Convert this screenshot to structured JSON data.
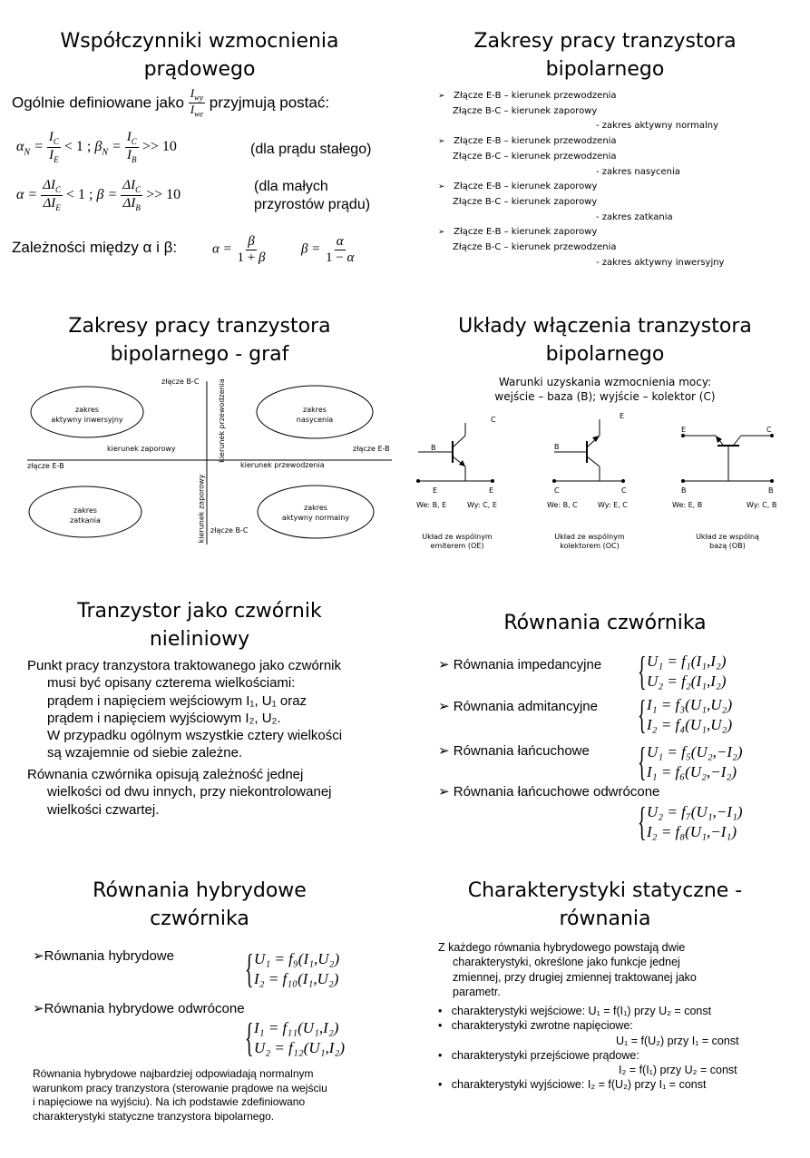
{
  "s1": {
    "title_l1": "Współczynniki wzmocnienia",
    "title_l2": "prądowego",
    "intro_before": "Ogólnie definiowane jako",
    "intro_frac_n": "I",
    "intro_frac_n_sub": "wy",
    "intro_frac_d": "I",
    "intro_frac_d_sub": "we",
    "intro_after": "przyjmują postać:",
    "eq1_note": "(dla prądu stałego)",
    "eq2_note_l1": "(dla małych",
    "eq2_note_l2": "przyrostów prądu)",
    "rel_label": "Zależności między α i β:"
  },
  "s2": {
    "title_l1": "Zakresy pracy tranzystora",
    "title_l2": "bipolarnego",
    "items": [
      {
        "l1": "Złącze E-B – kierunek przewodzenia",
        "l2": "Złącze B-C – kierunek zaporowy",
        "res": "- zakres aktywny normalny"
      },
      {
        "l1": "Złącze E-B – kierunek przewodzenia",
        "l2": "Złącze B-C – kierunek przewodzenia",
        "res": "- zakres nasycenia"
      },
      {
        "l1": "Złącze E-B – kierunek zaporowy",
        "l2": "Złącze B-C – kierunek zaporowy",
        "res": "- zakres zatkania"
      },
      {
        "l1": "Złącze E-B – kierunek zaporowy",
        "l2": "Złącze B-C – kierunek przewodzenia",
        "res": "- zakres aktywny inwersyjny"
      }
    ]
  },
  "s3": {
    "title_l1": "Zakresy pracy tranzystora",
    "title_l2": "bipolarnego - graf",
    "bc_top": "złącze B-C",
    "bc_bottom": "złącze B-C",
    "eb_left": "złącze E-B",
    "eb_right": "złącze E-B",
    "dir_zap_h": "kierunek zaporowy",
    "dir_prz_h": "kierunek przewodzenia",
    "dir_prz_v": "kierunek przewodzenia",
    "dir_zap_v": "kierunek zaporowy",
    "q_tl_1": "zakres",
    "q_tl_2": "aktywny inwersyjny",
    "q_tr_1": "zakres",
    "q_tr_2": "nasycenia",
    "q_bl_1": "zakres",
    "q_bl_2": "zatkania",
    "q_br_1": "zakres",
    "q_br_2": "aktywny normalny"
  },
  "s4": {
    "title_l1": "Układy włączenia tranzystora",
    "title_l2": "bipolarnego",
    "sub_l1": "Warunki uzyskania wzmocnienia mocy:",
    "sub_l2": "wejście – baza (B); wyjście – kolektor (C)",
    "oe": {
      "top": "C",
      "base": "B",
      "bl": "E",
      "br": "E",
      "in": "We: B, E",
      "out": "Wy: C, E",
      "cap1": "Układ ze wspólnym",
      "cap2": "emiterem (OE)"
    },
    "oc": {
      "top": "E",
      "base": "B",
      "bl": "C",
      "br": "C",
      "in": "We: B, C",
      "out": "Wy: E, C",
      "cap1": "Układ ze wspólnym",
      "cap2": "kolektorem (OC)"
    },
    "ob": {
      "tl": "E",
      "tr": "C",
      "bl": "B",
      "br": "B",
      "in": "We: E, B",
      "out": "Wy: C, B",
      "cap1": "Układ ze wspólną",
      "cap2": "bazą (OB)"
    }
  },
  "s5": {
    "title_l1": "Tranzystor jako czwórnik",
    "title_l2": "nieliniowy",
    "p1": [
      "Punkt pracy tranzystora traktowanego jako czwórnik",
      "musi być opisany czterema wielkościami:",
      "prądem i napięciem wejściowym I₁, U₁ oraz",
      "prądem i napięciem wyjściowym I₂, U₂.",
      "W przypadku ogólnym wszystkie cztery wielkości",
      "są wzajemnie od siebie zależne."
    ],
    "p2": [
      "Równania czwórnika opisują zależność jednej",
      "wielkości od dwu innych, przy niekontrolowanej",
      "wielkości czwartej."
    ]
  },
  "s6": {
    "title": "Równania czwórnika",
    "l_imp": "➢ Równania impedancyjne",
    "l_adm": "➢ Równania admitancyjne",
    "l_lan": "➢ Równania łańcuchowe",
    "l_odw": "➢ Równania łańcuchowe odwrócone",
    "e1a": "U₁ = f₁(I₁,I₂)",
    "e1b": "U₂ = f₂(I₁,I₂)",
    "e2a": "I₁ = f₃(U₁,U₂)",
    "e2b": "I₂ = f₄(U₁,U₂)",
    "e3a": "U₁ = f₅(U₂,−I₂)",
    "e3b": "I₁ = f₆(U₂,−I₂)",
    "e4a": "U₂ = f₇(U₁,−I₁)",
    "e4b": "I₂ = f₈(U₁,−I₁)"
  },
  "s7": {
    "title_l1": "Równania hybrydowe",
    "title_l2": "czwórnika",
    "l_hyb": "➢Równania hybrydowe",
    "l_hyb_odw": "➢Równania hybrydowe odwrócone",
    "e1a": "U₁ = f₉(I₁,U₂)",
    "e1b": "I₂ = f₁₀(I₁,U₂)",
    "e2a": "I₁ = f₁₁(U₁,I₂)",
    "e2b": "U₂ = f₁₂(U₁,I₂)",
    "note": [
      "Równania hybrydowe najbardziej odpowiadają normalnym",
      "warunkom pracy tranzystora (sterowanie prądowe na wejściu",
      "i napięciowe na wyjściu). Na ich podstawie zdefiniowano",
      "charakterystyki statyczne tranzystora bipolarnego."
    ]
  },
  "s8": {
    "title_l1": "Charakterystyki statyczne -",
    "title_l2": "równania",
    "intro": [
      "Z każdego równania hybrydowego powstają dwie",
      "charakterystyki, określone jako funkcje jednej",
      "zmiennej, przy drugiej zmiennej traktowanej jako",
      "parametr."
    ],
    "b1": "charakterystyki  wejściowe: U₁ = f(I₁) przy U₂ = const",
    "b2": "charakterystyki zwrotne napięciowe:",
    "b2r": "U₁ = f(U₂) przy I₁ = const",
    "b3": "charakterystyki przejściowe prądowe:",
    "b3r": "I₂ = f(I₁) przy U₂ = const",
    "b4": "charakterystyki wyjściowe:  I₂ = f(U₂) przy I₁ = const"
  }
}
